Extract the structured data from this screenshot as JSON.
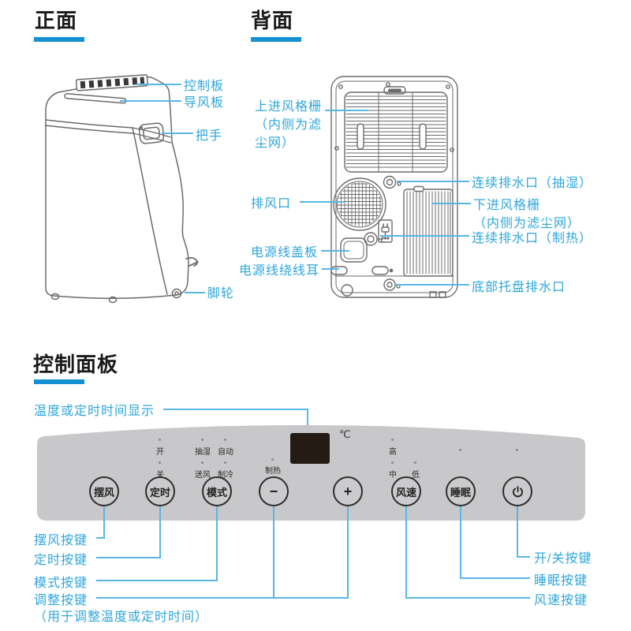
{
  "colors": {
    "accent_blue": "#1591d3",
    "label_blue": "#2ea6dc",
    "leader_blue": "#58b7e4",
    "panel_gray": "#c8c8ca",
    "display_dark": "#241b15",
    "drawing_line_gray": "#6b6b6b",
    "title_dark": "#1a1a1a"
  },
  "front": {
    "title": "正面",
    "callouts": {
      "control_board": "控制板",
      "air_deflector": "导风板",
      "handle": "把手",
      "caster": "脚轮"
    }
  },
  "back": {
    "title": "背面",
    "callouts": {
      "upper_grille_l1": "上进风格栅",
      "upper_grille_l2": "（内侧为滤",
      "upper_grille_l3": "尘网）",
      "exhaust": "排风口",
      "cord_cover": "电源线盖板",
      "cord_hook": "电源线绕线耳",
      "drain_dehumid": "连续排水口（抽湿）",
      "lower_grille_l1": "下进风格栅",
      "lower_grille_l2": "（内侧为滤尘网）",
      "drain_heating": "连续排水口（制热）",
      "bottom_tray_drain": "底部托盘排水口"
    }
  },
  "panel": {
    "title": "控制面板",
    "display_callout": "温度或定时时间显示",
    "celsius_unit": "℃",
    "buttons": {
      "swing": "摆风",
      "timer": "定时",
      "mode": "模式",
      "minus": "−",
      "plus": "+",
      "fan_speed": "风速",
      "sleep": "睡眠"
    },
    "icons": {
      "power": "power-icon"
    },
    "indicators": {
      "on": "开",
      "off": "关",
      "dehumidify": "抽湿",
      "auto": "自动",
      "fan": "送风",
      "cool": "制冷",
      "heat": "制热",
      "high": "高",
      "mid": "中",
      "low": "低"
    },
    "callouts": {
      "swing": "摆风按键",
      "timer": "定时按键",
      "mode": "模式按键",
      "adjust": "调整按键",
      "adjust_note": "（用于调整温度或定时时间）",
      "power": "开/关按键",
      "sleep": "睡眠按键",
      "fan_speed": "风速按键"
    }
  }
}
